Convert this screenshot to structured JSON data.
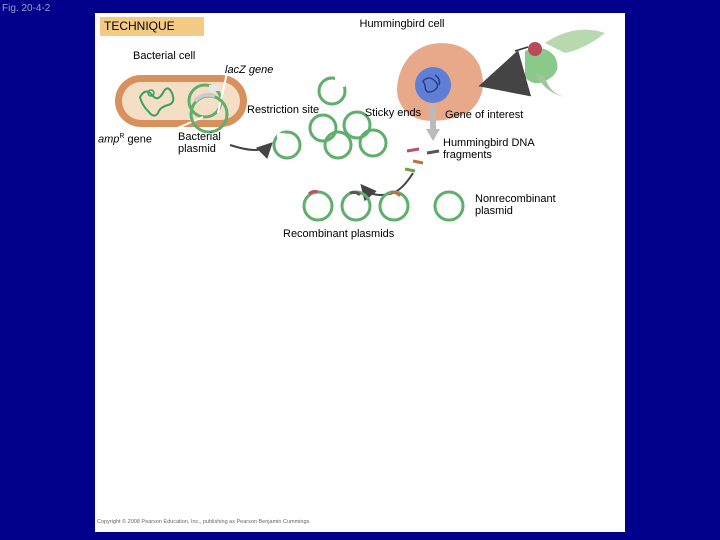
{
  "figure_label": "Fig. 20-4-2",
  "technique_label": "TECHNIQUE",
  "labels": {
    "hummingbird_cell": "Hummingbird cell",
    "bacterial_cell": "Bacterial cell",
    "lacz_gene": "lacZ gene",
    "restriction_site": "Restriction site",
    "sticky_ends": "Sticky ends",
    "gene_of_interest": "Gene of interest",
    "ampr_prefix": "amp",
    "ampr_sup": "R",
    "ampr_suffix": " gene",
    "bacterial_plasmid": "Bacterial plasmid",
    "hummingbird_dna": "Hummingbird DNA fragments",
    "nonrecombinant_plasmid": "Nonrecombinant plasmid",
    "recombinant_plasmids": "Recombinant plasmids"
  },
  "copyright": "Copyright © 2008 Pearson Education, Inc., publishing as Pearson Benjamin Cummings.",
  "colors": {
    "background": "#00008b",
    "panel": "#ffffff",
    "technique_bg": "#f3cb84",
    "cell_outer": "#d8905c",
    "cell_inner": "#f4dfc6",
    "plasmid_green": "#5fae6a",
    "hummingbird_cell": "#e7a98a",
    "nucleus": "#5f7fd6",
    "arrow": "#555555"
  },
  "icons": [
    "bacterial-cell-icon",
    "hummingbird-icon",
    "hummingbird-cell-icon",
    "plasmid-icon"
  ]
}
